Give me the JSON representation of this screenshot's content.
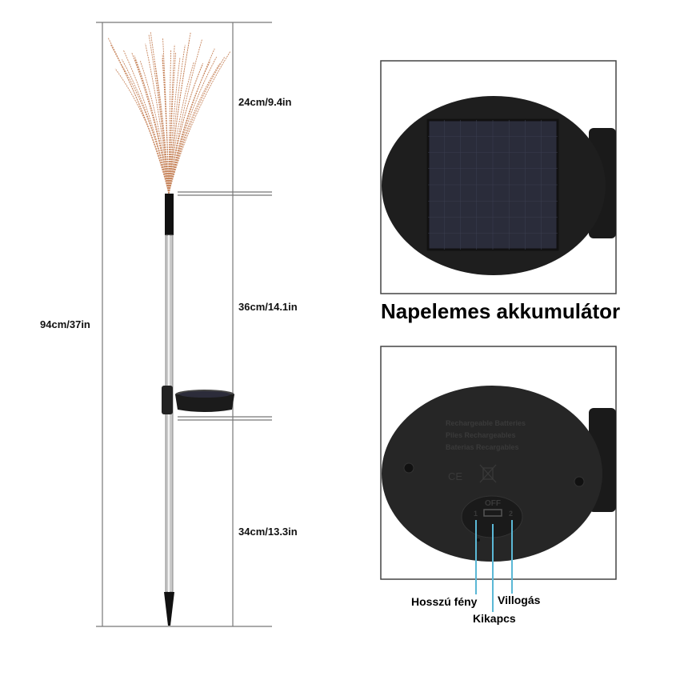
{
  "dimensions": {
    "total": "94cm/37in",
    "top_section": "24cm/9.4in",
    "middle_section": "36cm/14.1in",
    "bottom_section": "34cm/13.3in"
  },
  "solar_panel_caption": "Napelemes akkumulátor",
  "battery_cover": {
    "lines": [
      "Rechargeable Batteries",
      "Piles Rechargeables",
      "Baterias Recargables"
    ],
    "mark_ce": "CE",
    "switch_off": "OFF",
    "switch_1": "1",
    "switch_2": "2"
  },
  "switch_labels": {
    "long_light": "Hosszú fény",
    "off": "Kikapcs",
    "flashing": "Villogás"
  },
  "colors": {
    "wire": "#c8875f",
    "callout": "#5bb8d6",
    "body": "#1c1c1c"
  }
}
